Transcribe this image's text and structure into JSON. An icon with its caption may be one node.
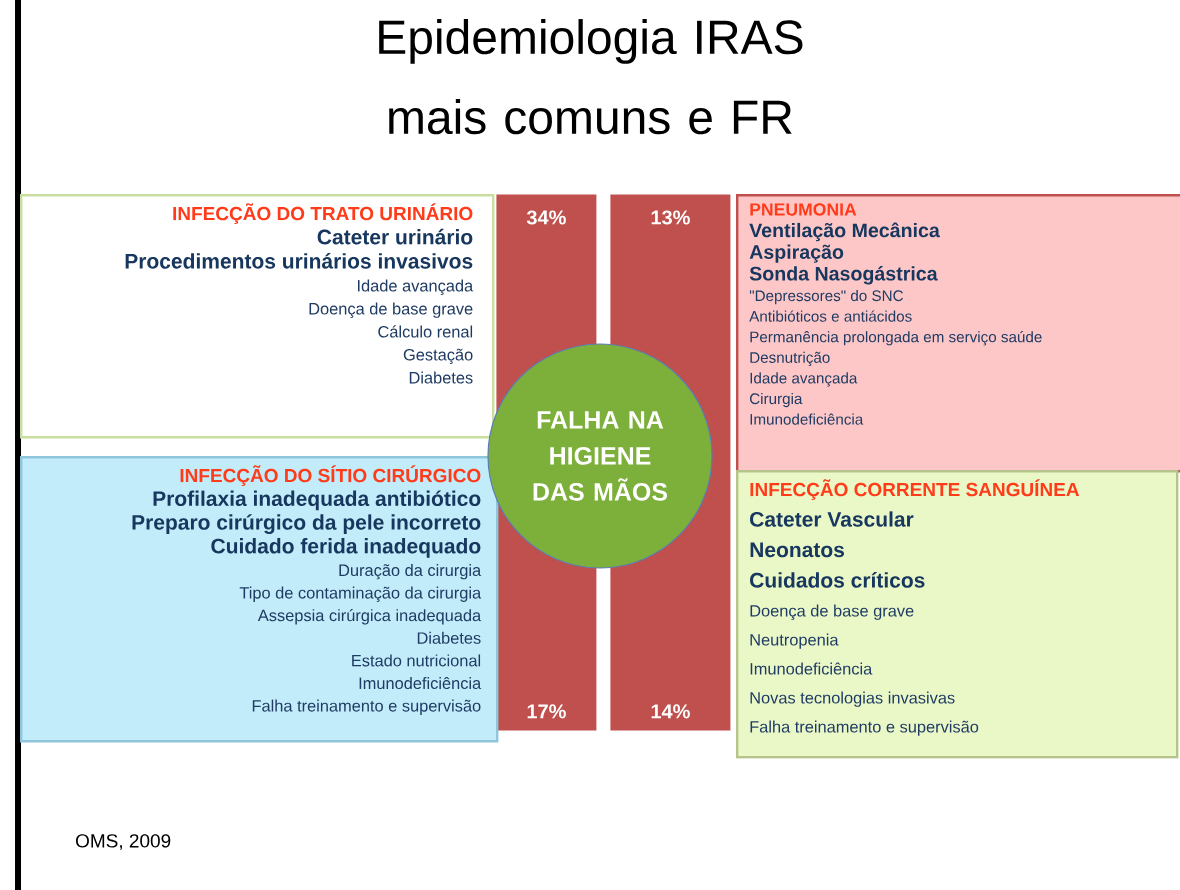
{
  "diagram": {
    "title": "Epidemiologia IRAS mais comuns e FR",
    "nodes": [
      {
        "text": [
          "INFECÇÃO DO TRATO URINÁRIO",
          "Cateter urinário",
          "Procedimentos urinários invasivos",
          "Idade avançada",
          "Doença de base grave",
          "Cálculo renal",
          "Gestação",
          "Diabetes"
        ]
      },
      {
        "text": [
          "34%",
          "17%"
        ]
      },
      {
        "text": [
          "13%",
          "14%"
        ]
      },
      {
        "text": [
          "PNEUMONIA",
          "Ventilação Mecânica",
          "Aspiração",
          "Sonda Nasogástrica",
          "\"Depressores\" do SNC",
          "Antibióticos e antiácidos",
          "Permanência prolongada em serviço saúde",
          "Desnutrição",
          "Idade avançada",
          "Cirurgia",
          "Imunodeficiência"
        ]
      },
      {
        "text": [
          "FALHA NA HIGIENE DAS MÃOS"
        ]
      },
      {
        "text": [
          "INFECÇÃO DO SÍTIO CIRÚRGICO",
          "Profilaxia inadequada antibiótico",
          "Preparo cirúrgico da pele incorreto",
          "Cuidado ferida inadequado",
          "Duração da cirurgia",
          "Tipo de contaminação da cirurgia",
          "Assepsia cirúrgica inadequada",
          "Diabetes",
          "Estado nutricional",
          "Imunodeficiência",
          "Falha treinamento e supervisão"
        ]
      },
      {
        "text": [
          "INFECÇÃO CORRENTE SANGUÍNEA",
          "Cateter Vascular",
          "Neonatos",
          "Cuidados críticos",
          "Doença de base grave",
          "Neutropenia",
          "Imunodeficiência",
          "Novas tecnologias invasivas",
          "Falha treinamento e supervisão"
        ]
      }
    ],
    "labels": [
      "OMS, 2009"
    ]
  }
}
